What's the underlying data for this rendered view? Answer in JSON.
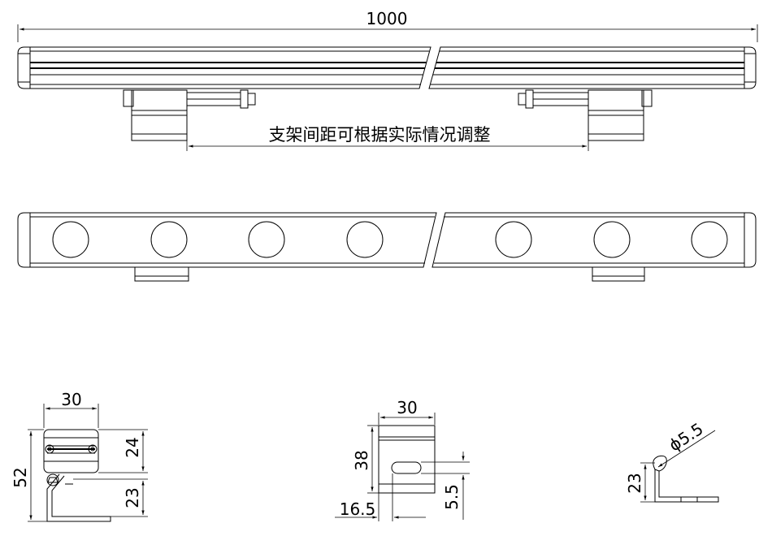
{
  "top_view": {
    "overall_length": "1000",
    "bracket_note": "支架间距可根据实际情况调整"
  },
  "front_view": {
    "led_count": 7
  },
  "side_view": {
    "width": "30",
    "height_total": "52",
    "height_upper": "24",
    "height_lower": "23"
  },
  "bracket_front": {
    "width": "30",
    "height": "38",
    "slot_offset": "16.5",
    "slot_height": "5.5"
  },
  "bracket_side": {
    "height": "23",
    "hole_diameter": "ϕ5.5"
  }
}
